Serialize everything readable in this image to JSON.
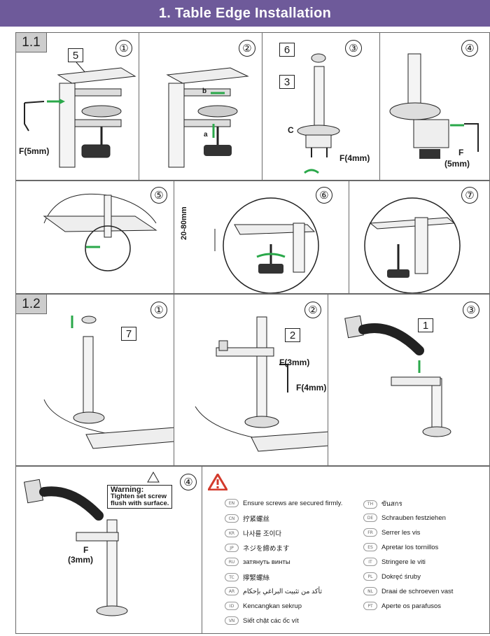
{
  "header": {
    "title": "1. Table Edge Installation"
  },
  "sections": {
    "s11": "1.1",
    "s12": "1.2"
  },
  "steps": [
    "①",
    "②",
    "③",
    "④",
    "⑤",
    "⑥",
    "⑦"
  ],
  "parts": {
    "p1": "1",
    "p2": "2",
    "p3": "3",
    "p5": "5",
    "p6": "6",
    "p7": "7",
    "a": "a",
    "b": "b",
    "c": "C"
  },
  "tools": {
    "f5": "F(5mm)",
    "f4": "F(4mm)",
    "f3": "F(3mm)",
    "f_split_top": "F",
    "f5_bottom": "(5mm)",
    "f3_bottom": "(3mm)"
  },
  "measure": "20-80mm",
  "warning": {
    "title": "Warning:",
    "line1": "Tighten set screw",
    "line2": "flush with surface."
  },
  "languages": {
    "left": [
      {
        "code": "EN",
        "text": "Ensure screws are secured firmly."
      },
      {
        "code": "CN",
        "text": "拧紧螺丝"
      },
      {
        "code": "KR",
        "text": "나사를 조이다"
      },
      {
        "code": "JP",
        "text": "ネジを締めます"
      },
      {
        "code": "RU",
        "text": "затянуть винты"
      },
      {
        "code": "TC",
        "text": "擰緊螺絲"
      },
      {
        "code": "AR",
        "text": "تأكد من تثبيت البراغي بإحكام"
      },
      {
        "code": "ID",
        "text": "Kencangkan sekrup"
      },
      {
        "code": "VN",
        "text": "Siết chặt các ốc vít"
      }
    ],
    "right": [
      {
        "code": "TH",
        "text": "ขันสกร"
      },
      {
        "code": "DE",
        "text": "Schrauben festziehen"
      },
      {
        "code": "FR",
        "text": "Serrer les vis"
      },
      {
        "code": "ES",
        "text": "Apretar los tornillos"
      },
      {
        "code": "IT",
        "text": "Stringere le viti"
      },
      {
        "code": "PL",
        "text": "Dokręć śruby"
      },
      {
        "code": "NL",
        "text": "Draai de schroeven vast"
      },
      {
        "code": "PT",
        "text": "Aperte os parafusos"
      }
    ]
  },
  "colors": {
    "banner": "#6e5a9a",
    "arrow": "#2aa84a",
    "warning": "#d33a2c"
  }
}
